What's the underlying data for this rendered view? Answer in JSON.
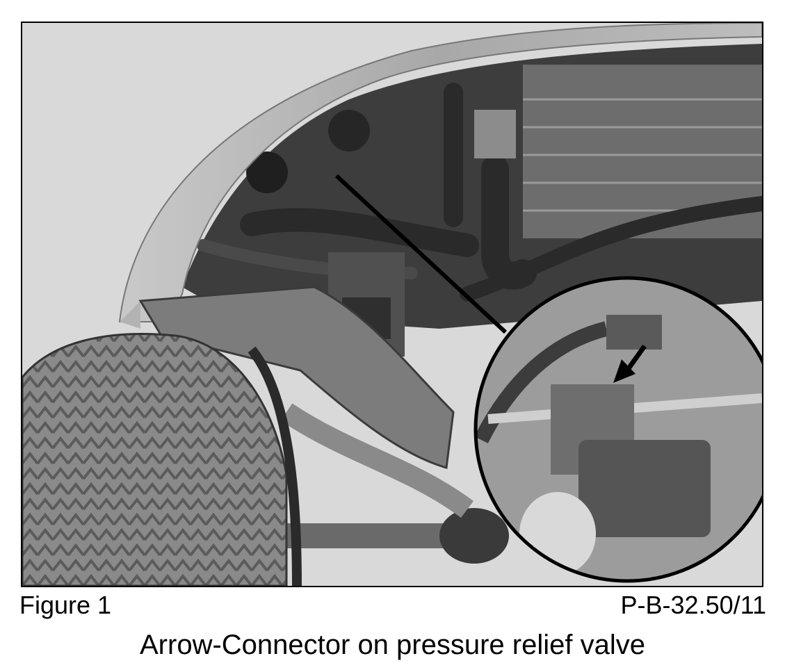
{
  "figure": {
    "label": "Figure 1",
    "reference": "P-B-32.50/11",
    "caption": "Arrow-Connector on pressure relief valve"
  },
  "photo": {
    "style": "grayscale",
    "shows": [
      "car front bumper",
      "wheel and tire",
      "engine bay hoses",
      "magnified detail inset",
      "pointer arrow"
    ],
    "colors": {
      "ink": "#000000",
      "background": "#ffffff"
    }
  }
}
